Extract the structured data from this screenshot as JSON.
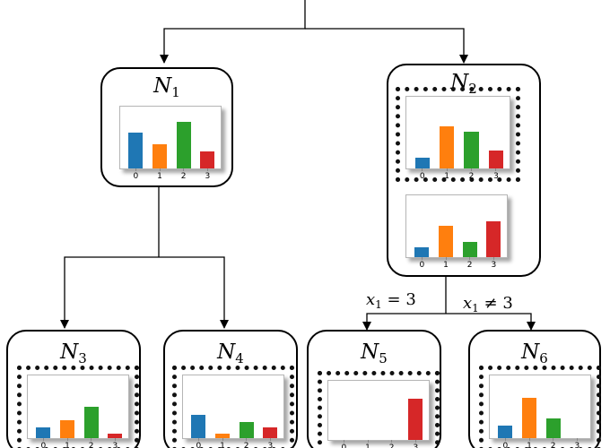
{
  "colors": {
    "blue": "#1f77b4",
    "orange": "#ff7f0e",
    "green": "#2ca02c",
    "red": "#d62728"
  },
  "tick_labels": [
    "0",
    "1",
    "2",
    "3"
  ],
  "edge_labels": {
    "left": {
      "var": "x",
      "sub": "1",
      "op": "=",
      "value": "3"
    },
    "right": {
      "var": "x",
      "sub": "1",
      "op": "≠",
      "value": "3"
    }
  },
  "nodes": [
    {
      "id": "n1",
      "name": "N",
      "sub": "1",
      "charts": [
        {
          "values": [
            0.6,
            0.4,
            0.78,
            0.29
          ],
          "highlighted": false
        }
      ]
    },
    {
      "id": "n2",
      "name": "N",
      "sub": "2",
      "charts": [
        {
          "values": [
            0.16,
            0.6,
            0.53,
            0.26
          ],
          "highlighted": true
        },
        {
          "values": [
            0.16,
            0.53,
            0.26,
            0.6
          ],
          "highlighted": false
        }
      ]
    },
    {
      "id": "n3",
      "name": "N",
      "sub": "3",
      "charts": [
        {
          "values": [
            0.18,
            0.29,
            0.52,
            0.08
          ],
          "highlighted": true
        }
      ]
    },
    {
      "id": "n4",
      "name": "N",
      "sub": "4",
      "charts": [
        {
          "values": [
            0.38,
            0.07,
            0.27,
            0.18
          ],
          "highlighted": true
        }
      ]
    },
    {
      "id": "n5",
      "name": "N",
      "sub": "5",
      "charts": [
        {
          "values": [
            0.0,
            0.0,
            0.0,
            0.72
          ],
          "highlighted": true
        }
      ]
    },
    {
      "id": "n6",
      "name": "N",
      "sub": "6",
      "charts": [
        {
          "values": [
            0.2,
            0.66,
            0.33,
            0.0
          ],
          "highlighted": true
        }
      ]
    }
  ]
}
